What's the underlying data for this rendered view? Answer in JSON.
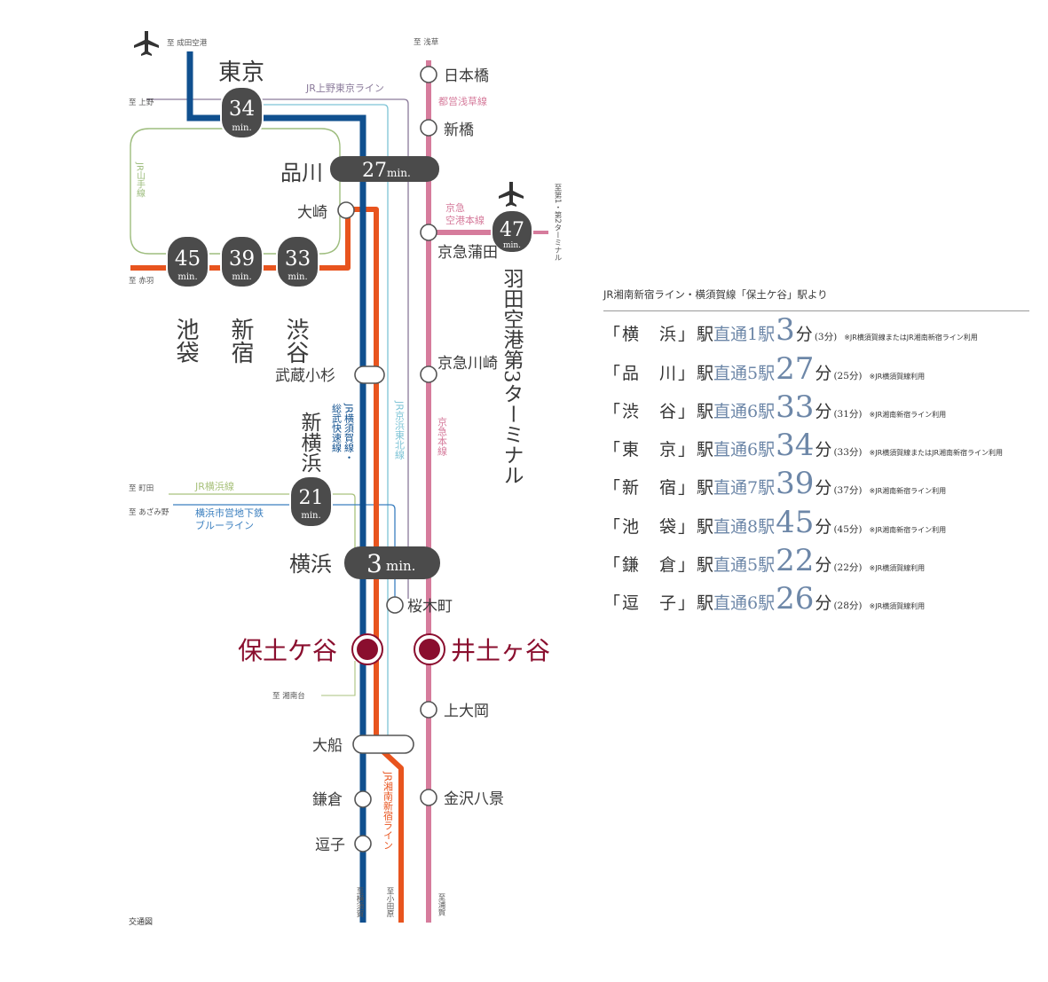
{
  "title": "交通図",
  "destinations": {
    "narita": "至 成田空港",
    "ueno": "至 上野",
    "akabane": "至 赤羽",
    "machida": "至 町田",
    "azamino": "至 あざみ野",
    "shonandai": "至 湘南台",
    "yokosuka": "至横須賀",
    "odawara": "至小田原",
    "uraga": "至浦賀",
    "asakusa": "至 浅草",
    "terminal": "至第1・第2ターミナル"
  },
  "lines": {
    "ueno_tokyo": "JR上野東京ライン",
    "yamanote": "JR山手線",
    "asakusa": "都営浅草線",
    "keikyu_airport": "京急\n空港本線",
    "keikyu_main": "京急本線",
    "yokosuka_sobu": "JR横須賀線・総武快速線",
    "keihin_tohoku": "JR京浜東北線",
    "yokohama_line": "JR横浜線",
    "blue_line": "横浜市営地下鉄\nブルーライン",
    "shonan_shinjuku": "JR湘南新宿ライン"
  },
  "stations": {
    "tokyo": "東京",
    "shinagawa": "品川",
    "osaki": "大崎",
    "ikebukuro": "池袋",
    "shinjuku": "新宿",
    "shibuya": "渋谷",
    "musashikosugi": "武蔵小杉",
    "shinyokohama": "新横浜",
    "yokohama": "横浜",
    "hodogaya": "保土ケ谷",
    "idogaya": "井土ヶ谷",
    "sakuragicho": "桜木町",
    "ofuna": "大船",
    "kamakura": "鎌倉",
    "zushi": "逗子",
    "nihonbashi": "日本橋",
    "shinbashi": "新橋",
    "keikyu_kamata": "京急蒲田",
    "keikyu_kawasaki": "京急川崎",
    "haneda": "羽田空港第3ターミナル",
    "kamiooka": "上大岡",
    "kanazawahakkei": "金沢八景"
  },
  "badges": {
    "tokyo": "34",
    "shinagawa": "27",
    "ikebukuro": "45",
    "shinjuku": "39",
    "shibuya": "33",
    "shinyokohama": "21",
    "yokohama": "3",
    "haneda": "47",
    "unit": "min."
  },
  "colors": {
    "yokosuka": "#10508f",
    "shonan": "#e8541e",
    "keikyu": "#d67c9c",
    "keihin": "#7ec4d6",
    "ueno_tokyo": "#8a7a9a",
    "yamanote": "#9ebd7e",
    "yokohama_line": "#a9c27d",
    "blue_line": "#3b7fbf",
    "badge": "#4b4b4b",
    "hub": "#8a0e2e"
  },
  "times": {
    "heading": "JR湘南新宿ライン・横須賀線「保土ケ谷」駅より",
    "rows": [
      {
        "station": "「横　浜」",
        "eki": "駅",
        "direct": "直通",
        "stops": "1",
        "stop_unit": "駅",
        "minutes": "3",
        "fun": "分",
        "paren": "(3分)",
        "note": "※JR横須賀線またはJR湘南新宿ライン利用"
      },
      {
        "station": "「品　川」",
        "eki": "駅",
        "direct": "直通",
        "stops": "5",
        "stop_unit": "駅",
        "minutes": "27",
        "fun": "分",
        "paren": "(25分)",
        "note": "※JR横須賀線利用"
      },
      {
        "station": "「渋　谷」",
        "eki": "駅",
        "direct": "直通",
        "stops": "6",
        "stop_unit": "駅",
        "minutes": "33",
        "fun": "分",
        "paren": "(31分)",
        "note": "※JR湘南新宿ライン利用"
      },
      {
        "station": "「東　京」",
        "eki": "駅",
        "direct": "直通",
        "stops": "6",
        "stop_unit": "駅",
        "minutes": "34",
        "fun": "分",
        "paren": "(33分)",
        "note": "※JR横須賀線またはJR湘南新宿ライン利用"
      },
      {
        "station": "「新　宿」",
        "eki": "駅",
        "direct": "直通",
        "stops": "7",
        "stop_unit": "駅",
        "minutes": "39",
        "fun": "分",
        "paren": "(37分)",
        "note": "※JR湘南新宿ライン利用"
      },
      {
        "station": "「池　袋」",
        "eki": "駅",
        "direct": "直通",
        "stops": "8",
        "stop_unit": "駅",
        "minutes": "45",
        "fun": "分",
        "paren": "(45分)",
        "note": "※JR湘南新宿ライン利用"
      },
      {
        "station": "「鎌　倉」",
        "eki": "駅",
        "direct": "直通",
        "stops": "5",
        "stop_unit": "駅",
        "minutes": "22",
        "fun": "分",
        "paren": "(22分)",
        "note": "※JR横須賀線利用"
      },
      {
        "station": "「逗　子」",
        "eki": "駅",
        "direct": "直通",
        "stops": "6",
        "stop_unit": "駅",
        "minutes": "26",
        "fun": "分",
        "paren": "(28分)",
        "note": "※JR横須賀線利用"
      }
    ]
  }
}
